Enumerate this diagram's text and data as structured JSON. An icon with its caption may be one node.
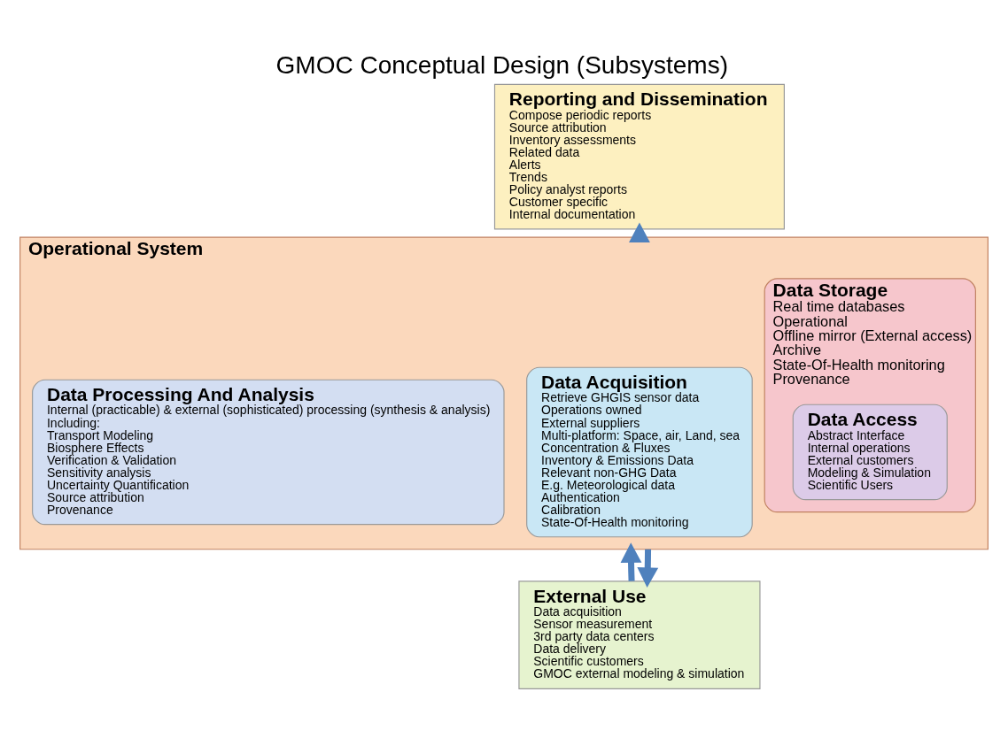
{
  "diagram": {
    "title": "GMOC Conceptual Design (Subsystems)",
    "nodes": [
      {
        "text": [
          "Reporting and Dissemination",
          "Compose periodic reports",
          "Source attribution",
          "Inventory assessments",
          "Related data",
          "Alerts",
          "Trends",
          "Policy analyst reports",
          "Customer specific",
          "Internal documentation"
        ]
      },
      {
        "text": [
          "Operational System"
        ]
      },
      {
        "text": [
          "Data Acquisition",
          "Retrieve GHGIS sensor data",
          "Operations owned",
          "External suppliers",
          "Multi-platform: Space, air, Land, sea",
          "Concentration & Fluxes",
          "Inventory & Emissions Data",
          "Relevant non-GHG Data",
          "E.g. Meteorological data",
          "Authentication",
          "Calibration",
          "State-Of-Health monitoring"
        ],
        "in": 1
      },
      {
        "text": [
          "Data Storage",
          "Real time databases",
          "Operational",
          "Offline mirror (External access)",
          "Archive",
          "State-Of-Health monitoring",
          "Provenance"
        ],
        "in": 1
      },
      {
        "text": [
          "Data Access",
          "Abstract Interface",
          "Internal operations",
          "External customers",
          "Modeling & Simulation",
          "Scientific Users"
        ],
        "in": 3
      },
      {
        "text": [
          "Data Processing And Analysis",
          "Internal (practicable) & external (sophisticated) processing (synthesis & analysis)",
          "Including:",
          "Transport Modeling",
          "Biosphere Effects",
          "Verification & Validation",
          "Sensitivity analysis",
          "Uncertainty Quantification",
          "Source attribution",
          "Provenance"
        ],
        "in": 1
      },
      {
        "text": [
          "External Use",
          "Data acquisition",
          "Sensor measurement",
          "3rd party data centers",
          "Data delivery",
          "Scientific customers",
          "GMOC external modeling & simulation"
        ]
      }
    ],
    "edges": [
      {
        "from": 1,
        "to": 0,
        "arrow": "to"
      },
      {
        "from": 6,
        "to": 1,
        "arrow": "to"
      },
      {
        "from": 1,
        "to": 6,
        "arrow": "to"
      }
    ]
  }
}
